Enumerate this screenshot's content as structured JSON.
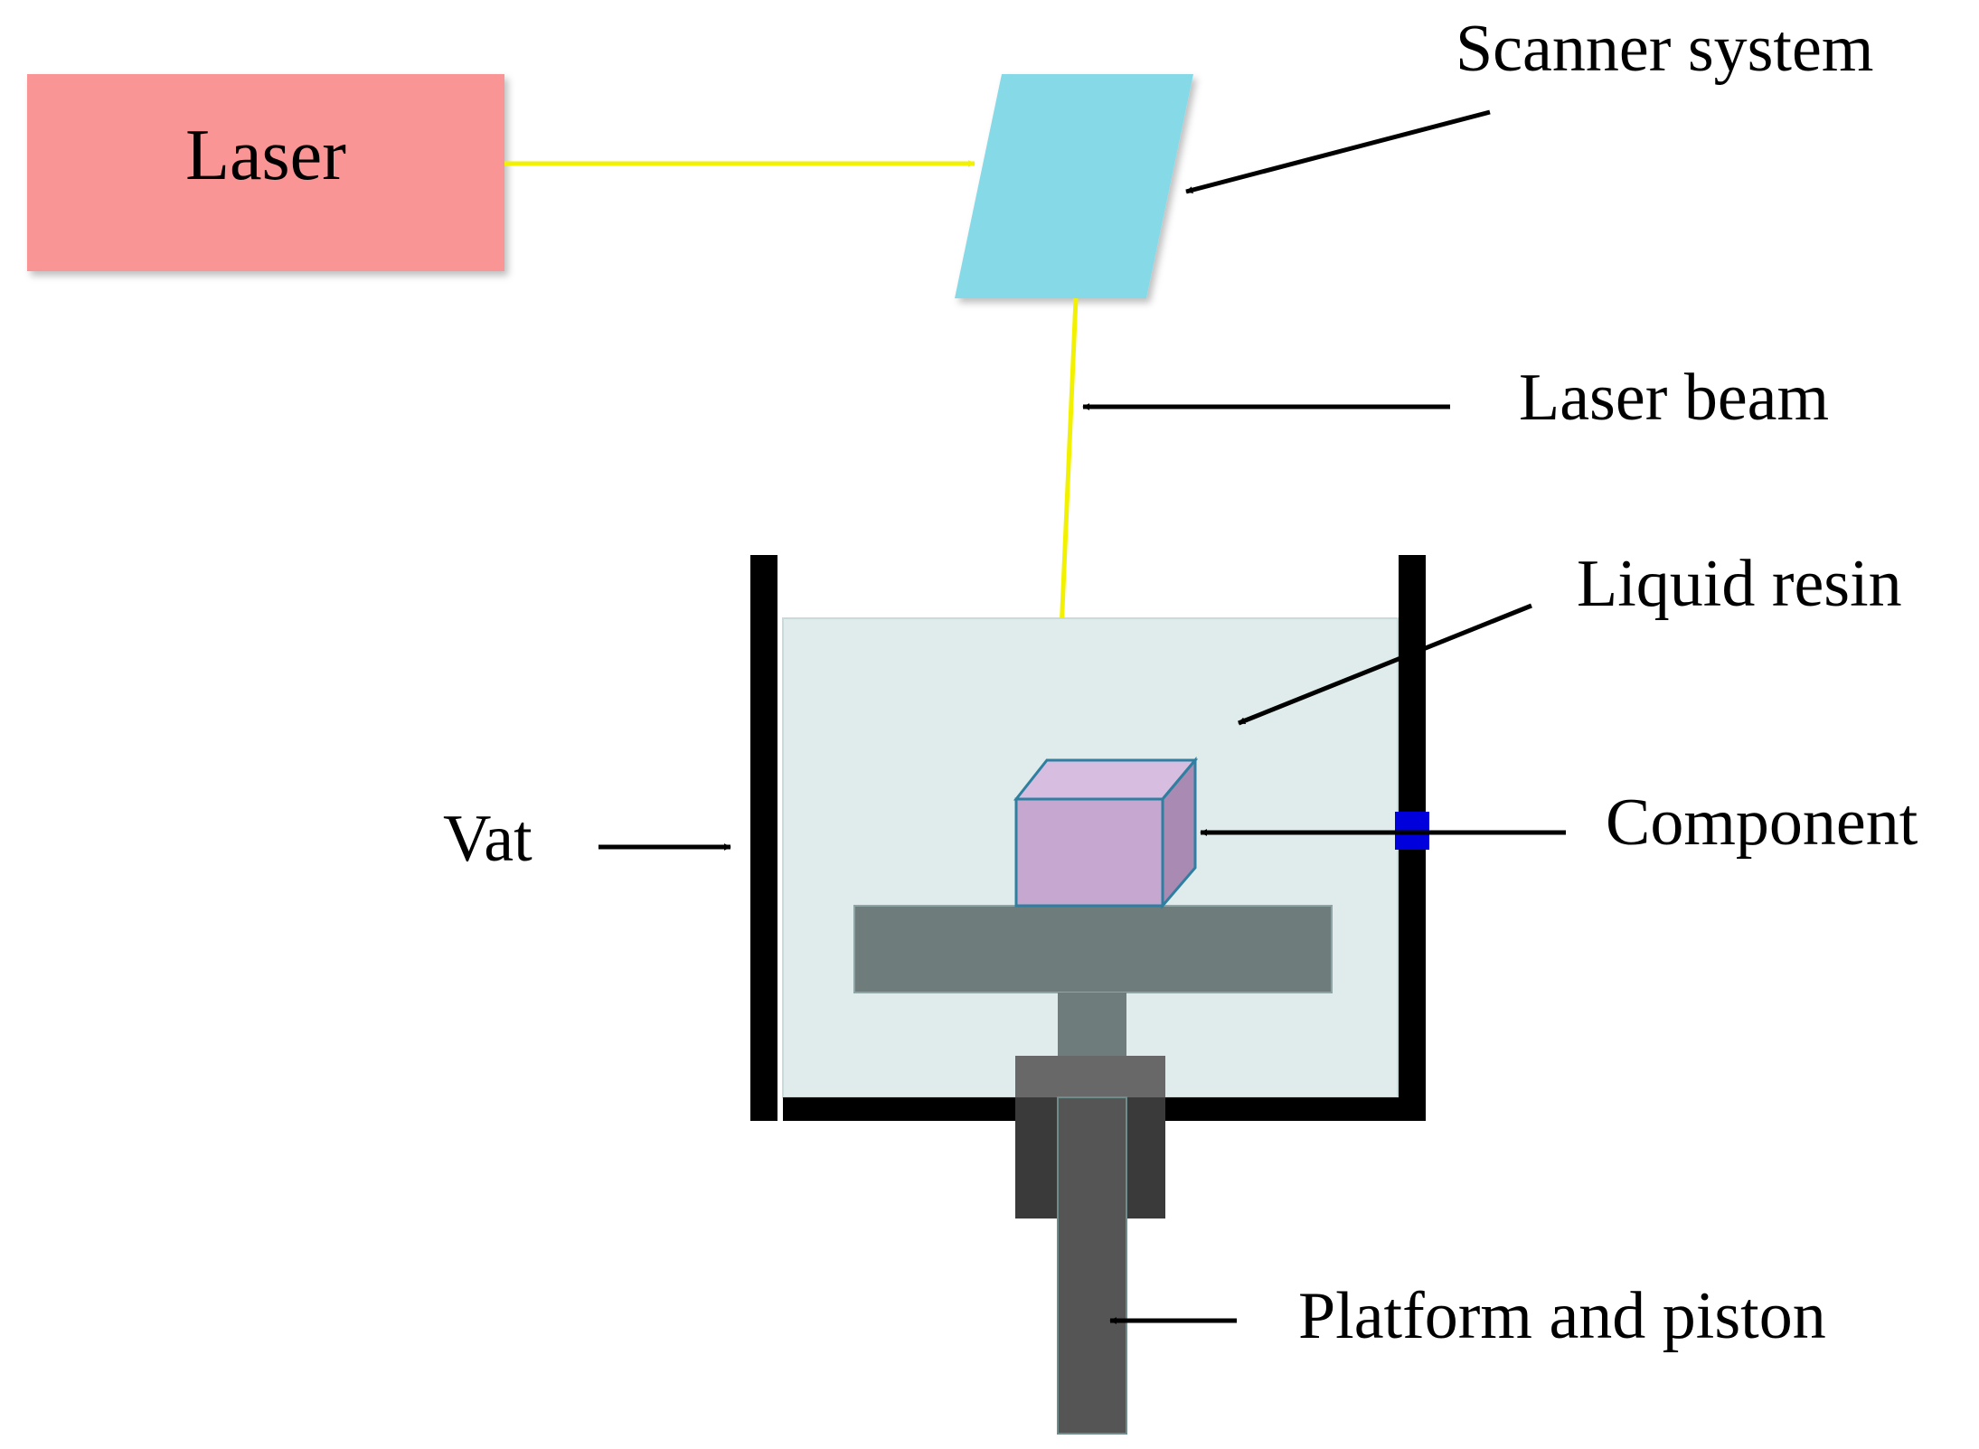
{
  "labels": {
    "laser": "Laser",
    "scanner_system": "Scanner system",
    "laser_beam": "Laser beam",
    "liquid_resin": "Liquid resin",
    "vat": "Vat",
    "component": "Component",
    "platform_and_piston": "Platform and piston"
  },
  "colors": {
    "laser_box": "#F99595",
    "scanner": "#86D9E6",
    "beam": "#F2F200",
    "resin": "#E0ECEC",
    "vat_wall": "#000000",
    "component_front": "#C5A7CF",
    "component_top": "#D7BDE0",
    "component_side": "#A88AB3",
    "platform": "#6F7C7C",
    "piston": "#555555",
    "piston_collar": "#3A3A3A",
    "valve": "#0000DD"
  }
}
